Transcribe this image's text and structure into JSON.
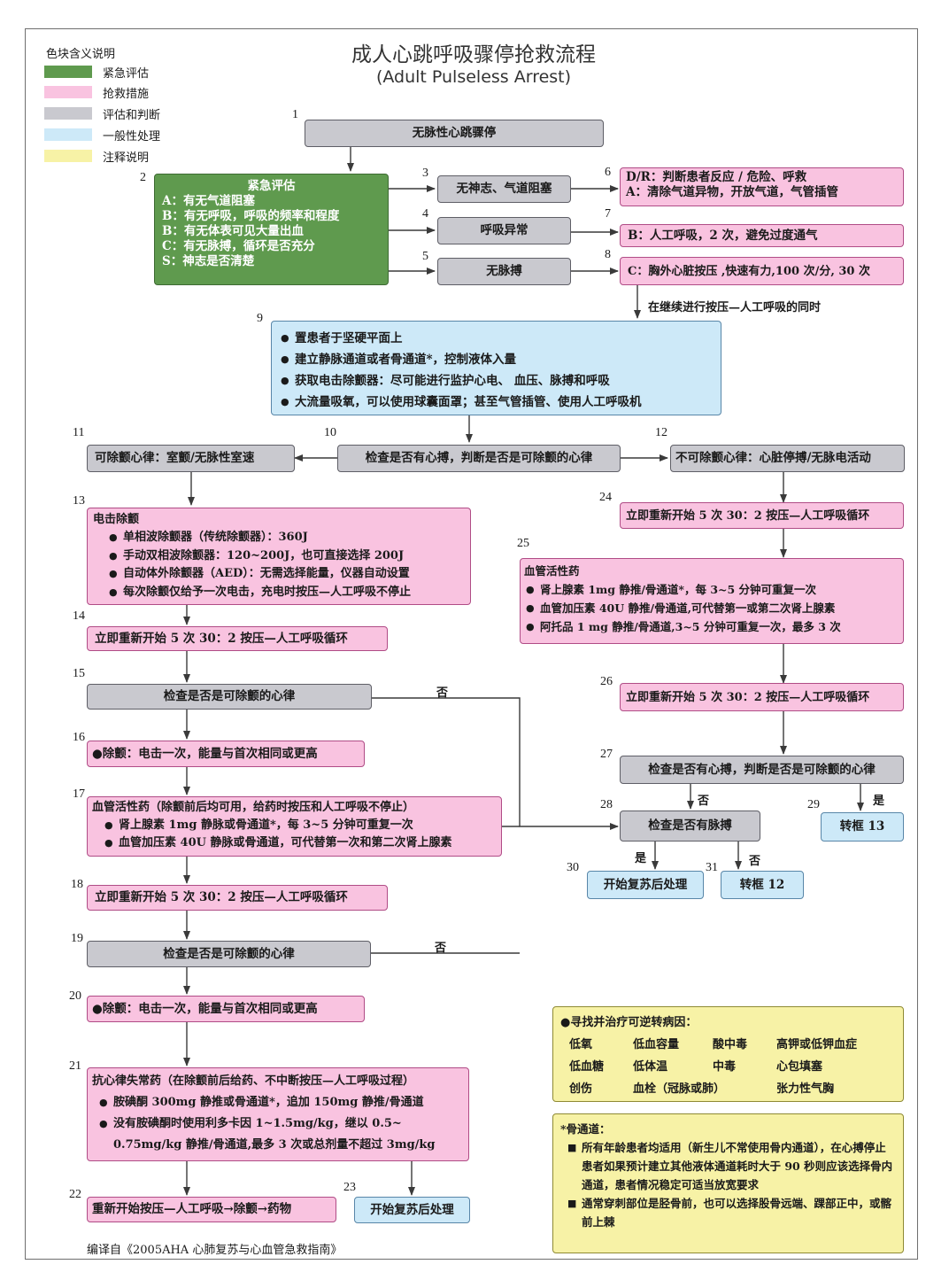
{
  "title": "成人心跳呼吸骤停抢救流程",
  "subtitle": "(Adult Pulseless Arrest)",
  "legend": {
    "heading": "色块含义说明",
    "items": [
      {
        "label": "紧急评估",
        "color": "#5f9a4e"
      },
      {
        "label": "抢救措施",
        "color": "#f9c3e0"
      },
      {
        "label": "评估和判断",
        "color": "#c9c9cf"
      },
      {
        "label": "一般性处理",
        "color": "#cde9f8"
      },
      {
        "label": "注释说明",
        "color": "#f7f2a6"
      }
    ]
  },
  "nodes": {
    "n1": {
      "num": "1",
      "text": "无脉性心跳骤停"
    },
    "n2": {
      "num": "2",
      "title": "紧急评估",
      "lines": [
        "A：有无气道阻塞",
        "B：有无呼吸，呼吸的频率和程度",
        "B：有无体表可见大量出血",
        "C：有无脉搏，循环是否充分",
        "S：神志是否清楚"
      ]
    },
    "n3": {
      "num": "3",
      "text": "无神志、气道阻塞"
    },
    "n4": {
      "num": "4",
      "text": "呼吸异常"
    },
    "n5": {
      "num": "5",
      "text": "无脉搏"
    },
    "n6": {
      "num": "6",
      "lines": [
        "D/R：判断患者反应 / 危险、呼救",
        "A：清除气道异物，开放气道，气管插管"
      ]
    },
    "n7": {
      "num": "7",
      "text": "B：人工呼吸，2 次，避免过度通气"
    },
    "n8": {
      "num": "8",
      "text": "C：胸外心脏按压 ,快速有力,100 次/分, 30 次"
    },
    "note8": "在继续进行按压—人工呼吸的同时",
    "n9": {
      "num": "9",
      "bullets": [
        "置患者于坚硬平面上",
        "建立静脉通道或者骨通道*，控制液体入量",
        "获取电击除颤器：尽可能进行监护心电、 血压、脉搏和呼吸",
        "大流量吸氧，可以使用球囊面罩；甚至气管插管、使用人工呼吸机"
      ]
    },
    "n10": {
      "num": "10",
      "text": "检查是否有心搏，判断是否是可除颤的心律"
    },
    "n11": {
      "num": "11",
      "text": "可除颤心律：室颤/无脉性室速"
    },
    "n12": {
      "num": "12",
      "text": "不可除颤心律：心脏停搏/无脉电活动"
    },
    "n13": {
      "num": "13",
      "title": "电击除颤",
      "bullets": [
        "单相波除颤器（传统除颤器）：360J",
        "手动双相波除颤器：120~200J，也可直接选择 200J",
        "自动体外除颤器（AED）：无需选择能量，仪器自动设置",
        "每次除颤仅给予一次电击，充电时按压—人工呼吸不停止"
      ]
    },
    "n14": {
      "num": "14",
      "text": "立即重新开始 5 次 30：2 按压—人工呼吸循环"
    },
    "n15": {
      "num": "15",
      "text": "检查是否是可除颤的心律"
    },
    "n16": {
      "num": "16",
      "text": "●除颤：电击一次，能量与首次相同或更高"
    },
    "n17": {
      "num": "17",
      "title": "血管活性药（除颤前后均可用，给药时按压和人工呼吸不停止）",
      "bullets": [
        "肾上腺素 1mg 静脉或骨通道*，每 3~5 分钟可重复一次",
        "血管加压素 40U 静脉或骨通道，可代替第一次和第二次肾上腺素"
      ]
    },
    "n18": {
      "num": "18",
      "text": "立即重新开始 5 次 30：2 按压—人工呼吸循环"
    },
    "n19": {
      "num": "19",
      "text": "检查是否是可除颤的心律"
    },
    "n20": {
      "num": "20",
      "text": "●除颤：电击一次，能量与首次相同或更高"
    },
    "n21": {
      "num": "21",
      "title": "抗心律失常药（在除颤前后给药、不中断按压—人工呼吸过程）",
      "bullets": [
        "胺碘酮 300mg 静推或骨通道*，追加 150mg 静推/骨通道",
        "没有胺碘酮时使用利多卡因 1~1.5mg/kg，继以 0.5~"
      ],
      "cont": "0.75mg/kg 静推/骨通道,最多 3 次或总剂量不超过 3mg/kg"
    },
    "n22": {
      "num": "22",
      "text": "重新开始按压—人工呼吸→除颤→药物"
    },
    "n23": {
      "num": "23",
      "text": "开始复苏后处理"
    },
    "n24": {
      "num": "24",
      "text": "立即重新开始 5 次 30：2 按压—人工呼吸循环"
    },
    "n25": {
      "num": "25",
      "title": "血管活性药",
      "bullets": [
        "肾上腺素 1mg 静推/骨通道*，每 3~5 分钟可重复一次",
        "血管加压素 40U 静推/骨通道,可代替第一或第二次肾上腺素",
        "阿托品 1 mg 静推/骨通道,3~5 分钟可重复一次，最多 3 次"
      ]
    },
    "n26": {
      "num": "26",
      "text": "立即重新开始 5 次 30：2 按压—人工呼吸循环"
    },
    "n27": {
      "num": "27",
      "text": "检查是否有心搏，判断是否是可除颤的心律"
    },
    "n28": {
      "num": "28",
      "text": "检查是否有脉搏"
    },
    "n29": {
      "num": "29",
      "text": "转框 13"
    },
    "n30": {
      "num": "30",
      "text": "开始复苏后处理"
    },
    "n31": {
      "num": "31",
      "text": "转框 12"
    }
  },
  "edge_labels": {
    "no15": "否",
    "no19": "否",
    "no27": "否",
    "yes27": "是",
    "yes28": "是",
    "no28": "否"
  },
  "causes": {
    "heading": "●寻找并治疗可逆转病因：",
    "rows": [
      [
        "低氧",
        "低血容量",
        "酸中毒",
        "高钾或低钾血症"
      ],
      [
        "低血糖",
        "低体温",
        "中毒",
        "心包填塞"
      ],
      [
        "创伤",
        "血栓（冠脉或肺）",
        "",
        "张力性气胸"
      ]
    ]
  },
  "bone_note": {
    "heading": "*骨通道：",
    "items": [
      "所有年龄患者均适用（新生儿不常使用骨内通道），在心搏停止患者如果预计建立其他液体通道耗时大于 90 秒则应该选择骨内通道，患者情况稳定可适当放宽要求",
      "通常穿刺部位是胫骨前，也可以选择股骨远端、踝部正中，或髂前上棘"
    ]
  },
  "footer": "编译自《2005AHA 心肺复苏与心血管急救指南》"
}
